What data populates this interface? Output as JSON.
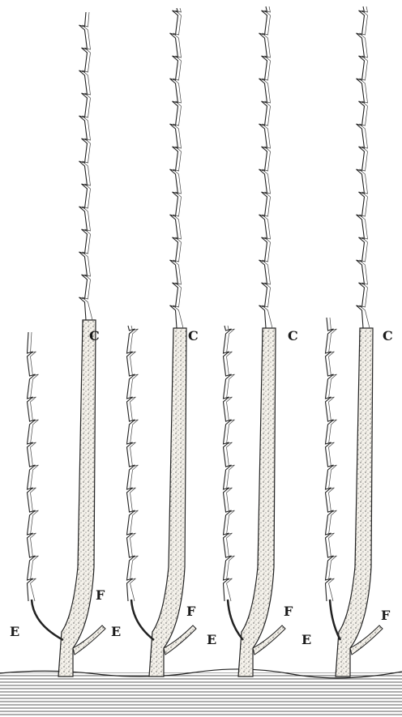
{
  "figure": {
    "plants": [
      {
        "labels": {
          "cut": "C",
          "left": "E",
          "right": "F"
        }
      },
      {
        "labels": {
          "cut": "C",
          "left": "E",
          "right": "F"
        }
      },
      {
        "labels": {
          "cut": "C",
          "left": "E",
          "right": "F"
        }
      },
      {
        "labels": {
          "cut": "C",
          "left": "E",
          "right": "F"
        }
      }
    ]
  }
}
